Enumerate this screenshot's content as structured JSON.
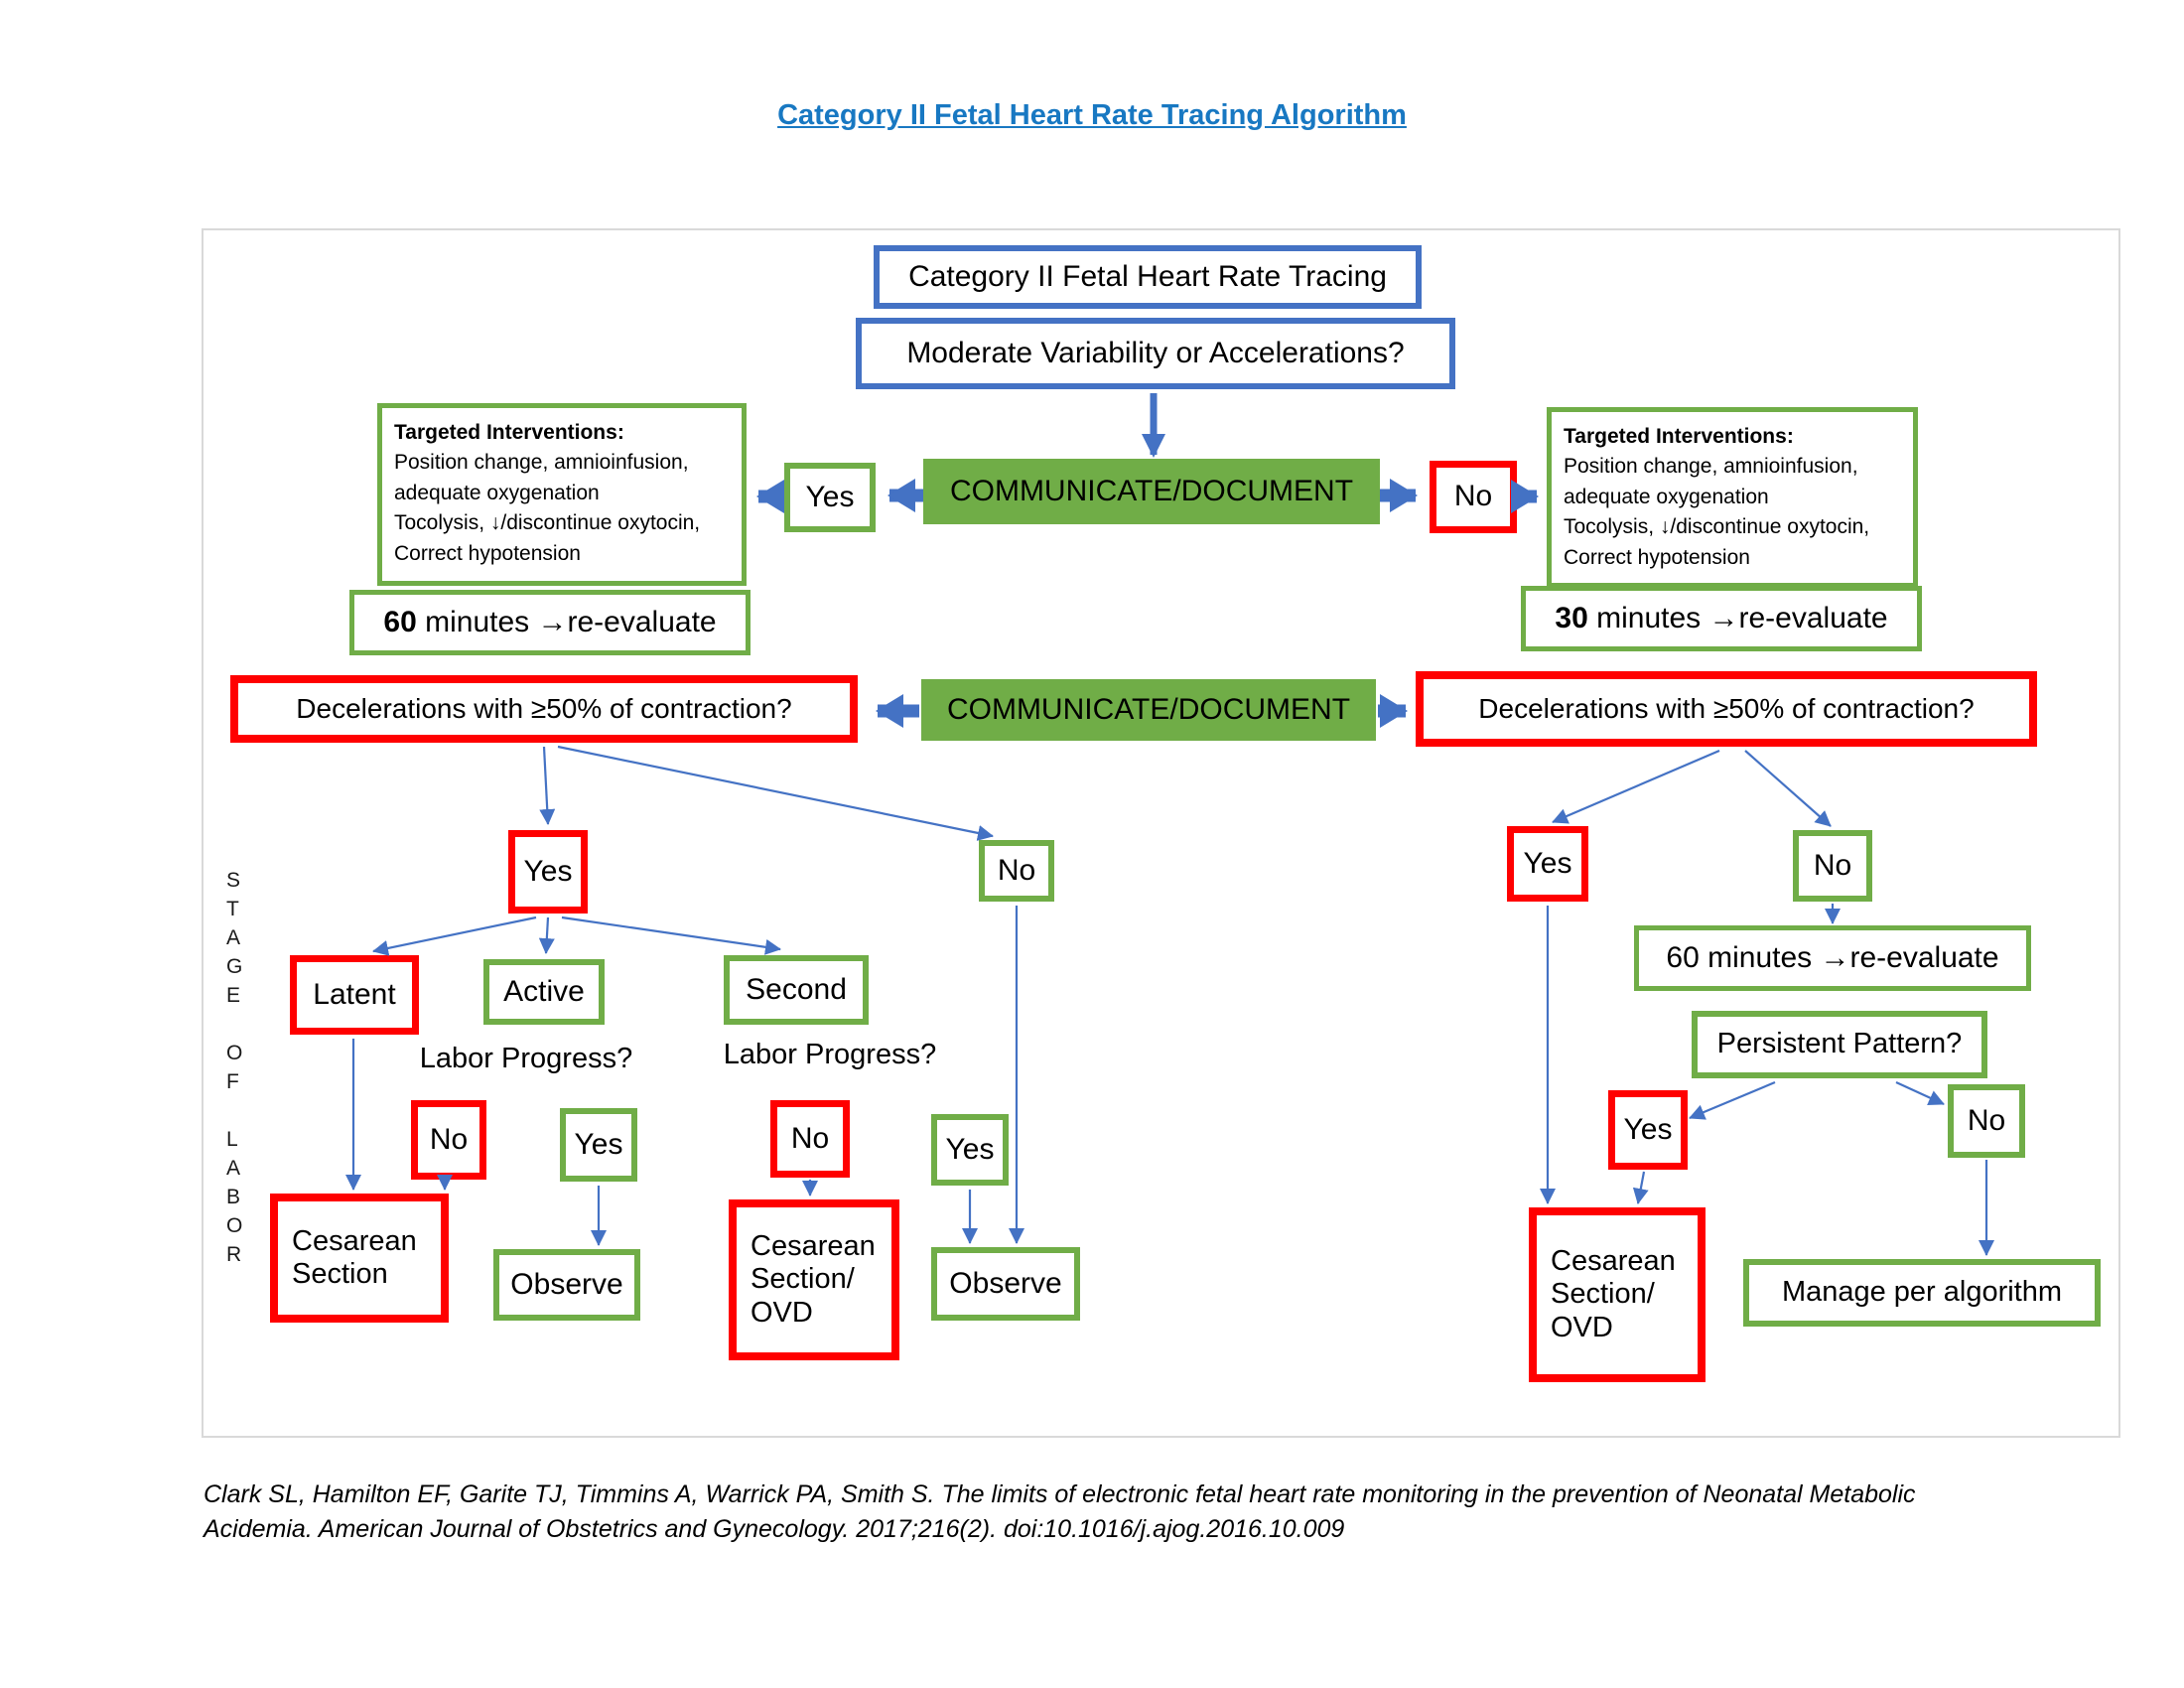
{
  "title": "Category II Fetal Heart Rate Tracing Algorithm",
  "colors": {
    "accent_green": "#70AD47",
    "accent_blue": "#4472C4",
    "accent_red": "#FF0000",
    "title_blue": "#1878C2"
  },
  "flow": {
    "start": "Category II Fetal Heart Rate Tracing",
    "variability_q": "Moderate Variability or Accelerations?",
    "communicate_top": "COMMUNICATE/DOCUMENT",
    "communicate_mid": "COMMUNICATE/DOCUMENT",
    "yes_top": "Yes",
    "no_top": "No",
    "targeted_left": {
      "heading": "Targeted Interventions:",
      "body": "Position change, amnioinfusion,\nadequate oxygenation\nTocolysis, ↓/discontinue oxytocin,\nCorrect hypotension"
    },
    "reeval_left": {
      "num": "60",
      "rest": " minutes →re-evaluate"
    },
    "targeted_right": {
      "heading": "Targeted Interventions:",
      "body": "Position change, amnioinfusion,\nadequate oxygenation\nTocolysis, ↓/discontinue oxytocin,\nCorrect hypotension"
    },
    "reeval_right": {
      "num": "30",
      "rest": " minutes →re-evaluate"
    },
    "decel_left": "Decelerations with ≥50% of contraction?",
    "decel_right": "Decelerations with ≥50% of contraction?",
    "decel_left_yes": "Yes",
    "decel_left_no": "No",
    "latent": "Latent",
    "active": "Active",
    "second": "Second",
    "labor_progress_1": "Labor Progress?",
    "labor_progress_2": "Labor Progress?",
    "lp1_no": "No",
    "lp1_yes": "Yes",
    "lp2_no": "No",
    "lp2_yes": "Yes",
    "cesarean_1": "Cesarean\nSection",
    "observe_1": "Observe",
    "cesarean_2": "Cesarean\nSection/\nOVD",
    "observe_2": "Observe",
    "decel_right_yes": "Yes",
    "decel_right_no": "No",
    "reeval_60_right": "60 minutes →re-evaluate",
    "persistent_q": "Persistent Pattern?",
    "pp_yes": "Yes",
    "pp_no": "No",
    "cesarean_3": "Cesarean\nSection/\nOVD",
    "manage": "Manage per algorithm"
  },
  "stage_label": "S\nT\nA\nG\nE\n\nO\nF\n\nL\nA\nB\nO\nR",
  "citation": "Clark SL, Hamilton EF, Garite TJ, Timmins A, Warrick PA, Smith S. The limits of electronic fetal heart rate monitoring in the prevention of Neonatal Metabolic Acidemia. American Journal of Obstetrics and Gynecology. 2017;216(2). doi:10.1016/j.ajog.2016.10.009"
}
